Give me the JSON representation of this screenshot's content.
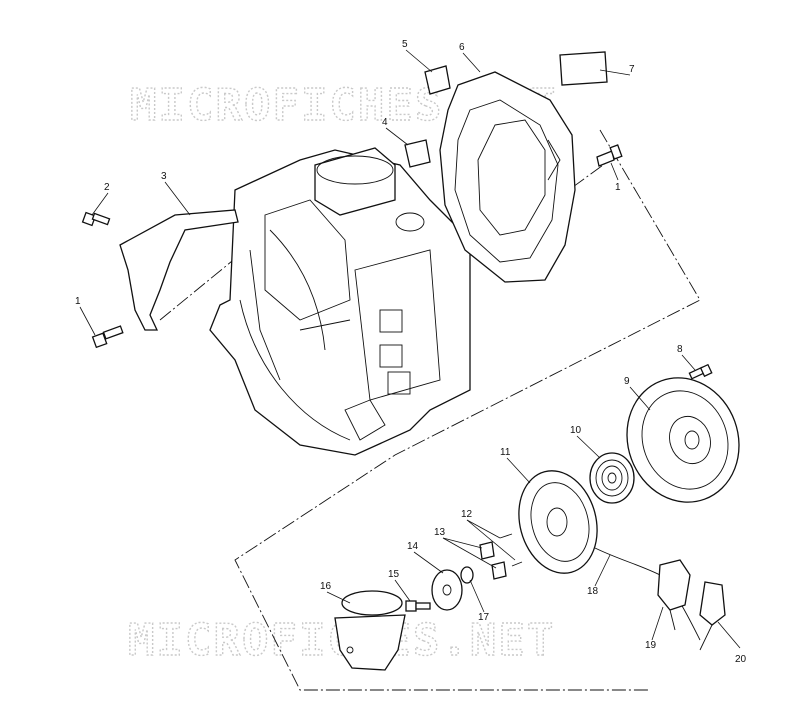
{
  "diagram": {
    "watermark_top": "MICROFICHES.NET",
    "watermark_bottom": "MICROFICHES.NET",
    "callouts": {
      "c1a": "1",
      "c1b": "1",
      "c2": "2",
      "c3": "3",
      "c4": "4",
      "c5": "5",
      "c6": "6",
      "c7": "7",
      "c8": "8",
      "c9": "9",
      "c10": "10",
      "c11": "11",
      "c12": "12",
      "c13": "13",
      "c14": "14",
      "c15": "15",
      "c16": "16",
      "c17": "17",
      "c18": "18",
      "c19": "19",
      "c20": "20"
    }
  }
}
